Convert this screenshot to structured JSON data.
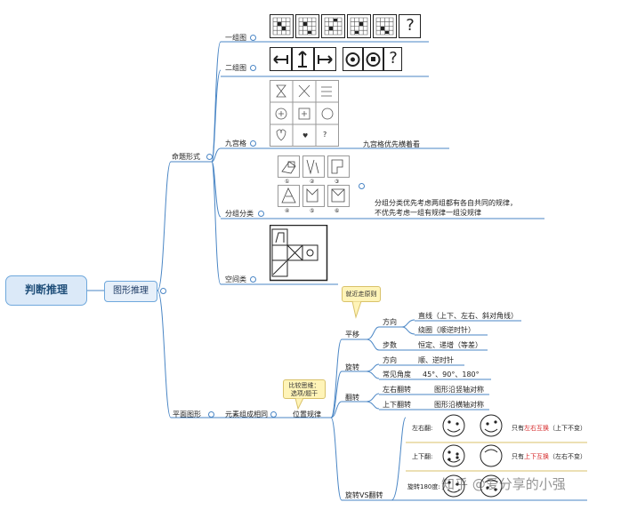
{
  "root": {
    "label": "判断推理"
  },
  "level1": {
    "label": "图形推理"
  },
  "branches": {
    "a": {
      "label": "命题形式"
    },
    "b": {
      "label": "平面图形"
    }
  },
  "mingti": {
    "one_group": "一组图",
    "two_group": "二组图",
    "nine_grid": "九宫格",
    "nine_grid_note": "九宫格优先横着看",
    "group_class": "分组分类",
    "group_class_note1": "分组分类优先考虑两组都有各自共同的规律，",
    "group_class_note2": "不优先考虑一组有规律一组没规律",
    "space": "空间类",
    "question": "?",
    "sub_labels": [
      "①",
      "②",
      "③",
      "④",
      "⑤",
      "⑥"
    ]
  },
  "pingmian": {
    "elements": "元素组成相同",
    "position": "位置规律",
    "callout_left": "比较思维：选项/题干",
    "callout_top": "就近走原则",
    "translate": "平移",
    "direction": "方向",
    "dir_line": "直线（上下、左右、斜对角线）",
    "dir_around": "绕圈（顺逆时针）",
    "steps": "步数",
    "steps_val": "恒定、递增（等差）",
    "rotate": "旋转",
    "rot_dir": "方向",
    "rot_dir_val": "顺、逆时针",
    "rot_angle": "常见角度",
    "rot_angle_val": "45°、90°、180°",
    "flip": "翻转",
    "flip_lr": "左右翻转",
    "flip_lr_val": "图形沿竖轴对称",
    "flip_ud": "上下翻转",
    "flip_ud_val": "图形沿横轴对称",
    "rot_vs_flip": "旋转VS翻转",
    "cmp_lr": "左右翻:",
    "cmp_ud": "上下翻:",
    "cmp_rot": "旋转180度:",
    "note_lr_a": "只有",
    "note_lr_b": "左右互换",
    "note_lr_c": "（上下不变）",
    "note_ud_a": "只有",
    "note_ud_b": "上下互换",
    "note_ud_c": "（左右不变）"
  },
  "watermark": "知乎 @爱分享的小强",
  "colors": {
    "line": "#4a86c5",
    "root_fill": "#dbe9f8",
    "callout": "#fff4b8",
    "accent_red": "#d62728"
  }
}
